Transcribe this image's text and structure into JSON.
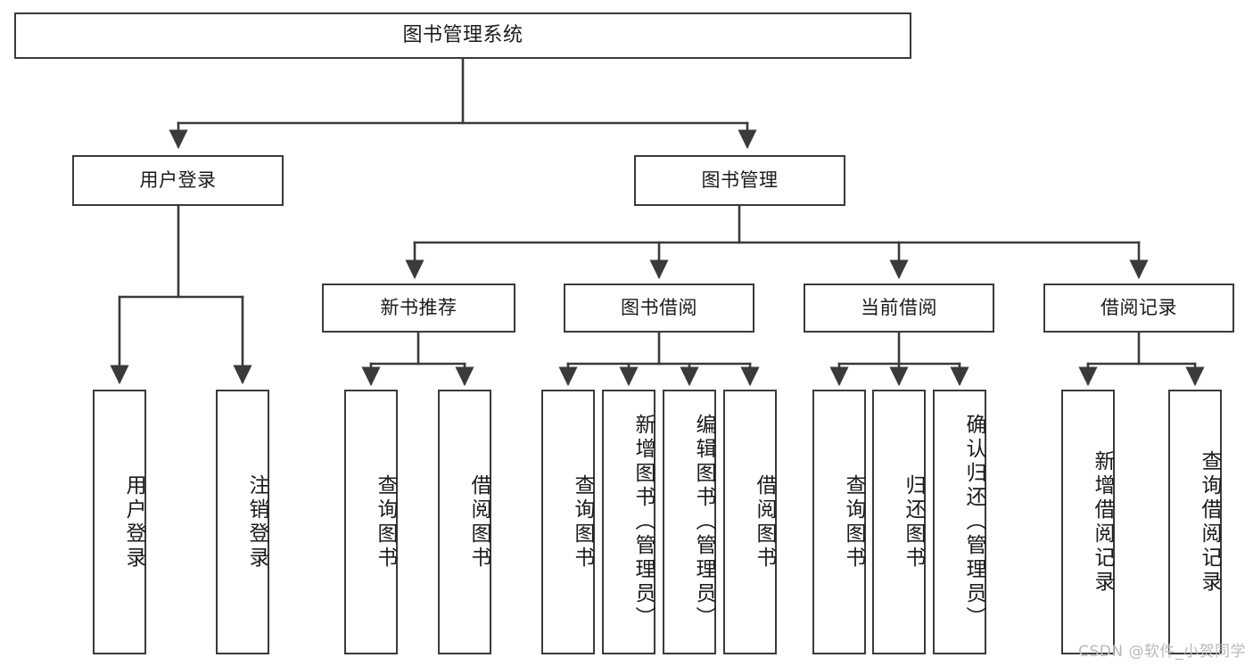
{
  "diagram": {
    "title": "图书管理系统",
    "type": "tree",
    "orientation": "top-down",
    "colors": {
      "background": "#ffffff",
      "node_border": "#3a3a3a",
      "node_fill": "#ffffff",
      "edge": "#3a3a3a",
      "text": "#1b1b1b",
      "watermark": "#b9b9b9"
    },
    "root": {
      "label": "图书管理系统"
    },
    "level1": [
      {
        "id": "user-login",
        "label": "用户登录"
      },
      {
        "id": "book-management",
        "label": "图书管理"
      }
    ],
    "level2": [
      {
        "id": "new-book-recommend",
        "label": "新书推荐",
        "parent": "book-management"
      },
      {
        "id": "book-borrow",
        "label": "图书借阅",
        "parent": "book-management"
      },
      {
        "id": "current-borrow",
        "label": "当前借阅",
        "parent": "book-management"
      },
      {
        "id": "borrow-record",
        "label": "借阅记录",
        "parent": "book-management"
      }
    ],
    "leaves": [
      {
        "id": "leaf-user-login",
        "label": "用户登录",
        "parent": "user-login"
      },
      {
        "id": "leaf-user-logout",
        "label": "注销登录",
        "parent": "user-login"
      },
      {
        "id": "leaf-query-book-1",
        "label": "查询图书",
        "parent": "new-book-recommend"
      },
      {
        "id": "leaf-borrow-book-1",
        "label": "借阅图书",
        "parent": "new-book-recommend"
      },
      {
        "id": "leaf-query-book-2",
        "label": "查询图书",
        "parent": "book-borrow"
      },
      {
        "id": "leaf-add-book",
        "label": "新增图书（管理员）",
        "parent": "book-borrow"
      },
      {
        "id": "leaf-edit-book",
        "label": "编辑图书（管理员）",
        "parent": "book-borrow"
      },
      {
        "id": "leaf-borrow-book-2",
        "label": "借阅图书",
        "parent": "book-borrow"
      },
      {
        "id": "leaf-query-book-3",
        "label": "查询图书",
        "parent": "current-borrow"
      },
      {
        "id": "leaf-return-book",
        "label": "归还图书",
        "parent": "current-borrow"
      },
      {
        "id": "leaf-confirm-return",
        "label": "确认归还（管理员）",
        "parent": "current-borrow"
      },
      {
        "id": "leaf-add-record",
        "label": "新增借阅记录",
        "parent": "borrow-record"
      },
      {
        "id": "leaf-query-record",
        "label": "查询借阅记录",
        "parent": "borrow-record"
      }
    ],
    "watermark": "CSDN @软件_小贺同学"
  }
}
